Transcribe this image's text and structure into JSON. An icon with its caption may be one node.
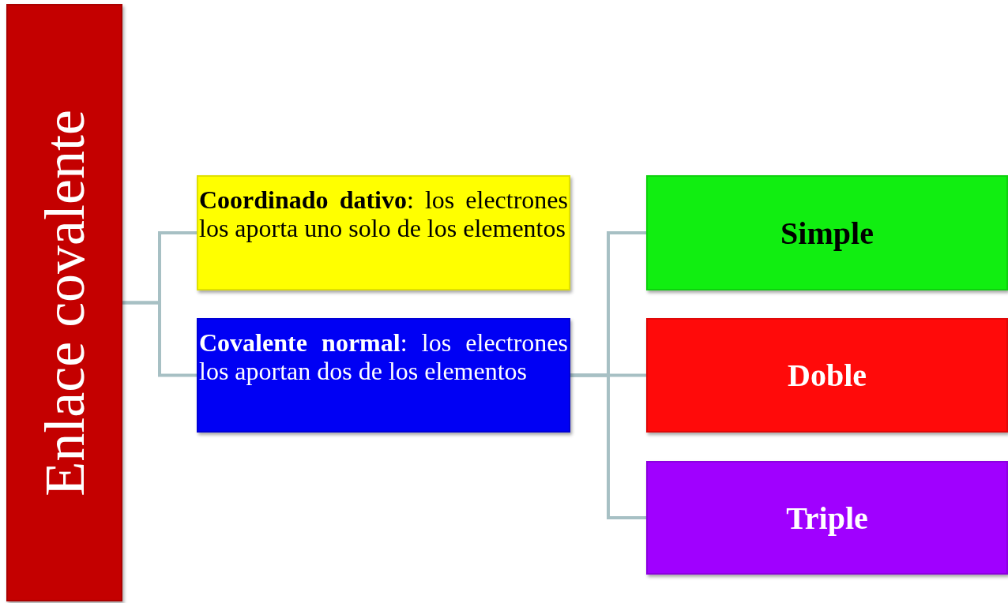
{
  "diagram": {
    "nodes": [
      {
        "text": [
          "Enlace covalente"
        ]
      },
      {
        "text": [
          "**Coordinado dativo**: los electrones los aporta uno solo de los elementos"
        ]
      },
      {
        "text": [
          "**Covalente normal**: los electrones los aportan dos de los elementos"
        ]
      },
      {
        "text": [
          "Simple"
        ]
      },
      {
        "text": [
          "Doble"
        ]
      },
      {
        "text": [
          "Triple"
        ]
      }
    ],
    "edges": [
      {
        "from": 0,
        "to": 1,
        "arrow": "none"
      },
      {
        "from": 0,
        "to": 2,
        "arrow": "none"
      },
      {
        "from": 2,
        "to": 3,
        "arrow": "none"
      },
      {
        "from": 2,
        "to": 4,
        "arrow": "none"
      },
      {
        "from": 2,
        "to": 5,
        "arrow": "none"
      }
    ]
  }
}
